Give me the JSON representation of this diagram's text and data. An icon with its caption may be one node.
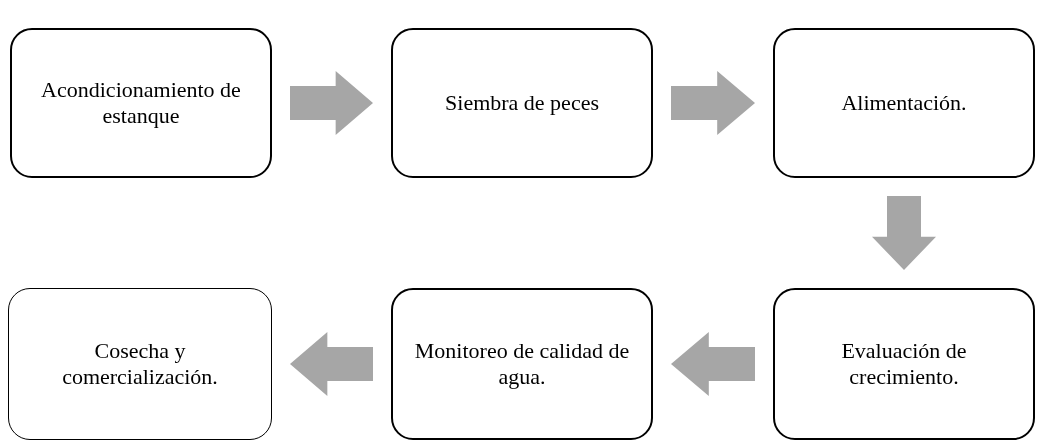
{
  "diagram": {
    "nodes": [
      {
        "text": [
          "Acondicionamiento de estanque"
        ]
      },
      {
        "text": [
          "Siembra de peces"
        ]
      },
      {
        "text": [
          "Alimentación."
        ]
      },
      {
        "text": [
          "Evaluación de crecimiento."
        ]
      },
      {
        "text": [
          "Monitoreo de calidad de agua."
        ]
      },
      {
        "text": [
          "Cosecha y comercialización."
        ]
      }
    ],
    "edges": [
      {
        "from": 0,
        "to": 1,
        "arrow": "to"
      },
      {
        "from": 1,
        "to": 2,
        "arrow": "to"
      },
      {
        "from": 2,
        "to": 3,
        "arrow": "to"
      },
      {
        "from": 3,
        "to": 4,
        "arrow": "to"
      },
      {
        "from": 4,
        "to": 5,
        "arrow": "to"
      }
    ]
  }
}
